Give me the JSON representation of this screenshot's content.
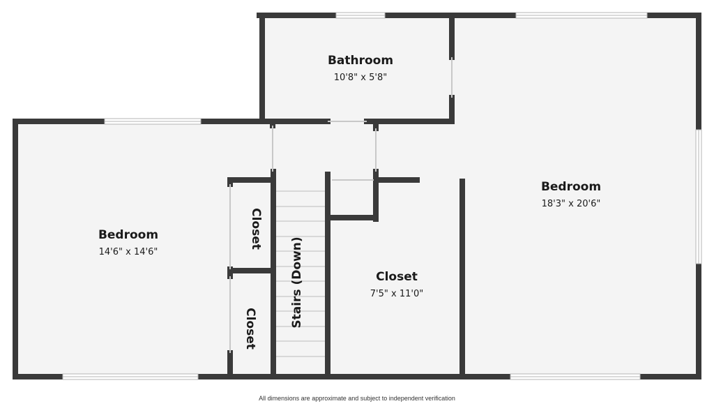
{
  "floorplan": {
    "rooms": {
      "bathroom": {
        "name": "Bathroom",
        "dimensions": "10'8\" x 5'8\""
      },
      "bedroom_left": {
        "name": "Bedroom",
        "dimensions": "14'6\" x 14'6\""
      },
      "bedroom_right": {
        "name": "Bedroom",
        "dimensions": "18'3\" x 20'6\""
      },
      "closet_center": {
        "name": "Closet",
        "dimensions": "7'5\" x 11'0\""
      },
      "closet_upper": {
        "name": "Closet"
      },
      "closet_lower": {
        "name": "Closet"
      },
      "stairs": {
        "name": "Stairs (Down)"
      }
    },
    "colors": {
      "wall": "#3a3a3a",
      "floor": "#f4f4f4",
      "window_frame": "#cfcfcf"
    }
  },
  "footer": {
    "disclaimer": "All dimensions are approximate and subject to independent verification"
  }
}
